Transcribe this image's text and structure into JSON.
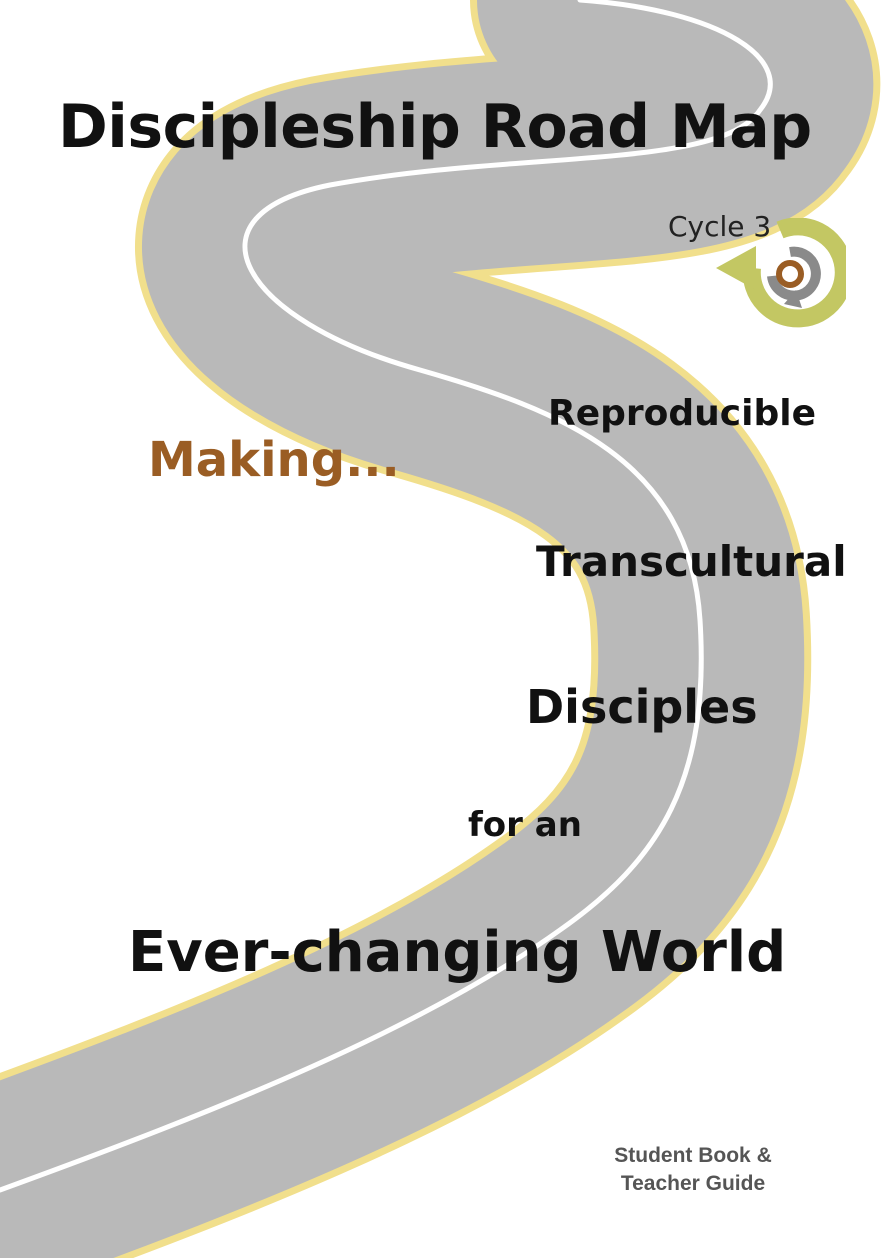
{
  "cover": {
    "title": "Discipleship Road Map",
    "cycle_label": "Cycle 3",
    "making": "Making...",
    "words": [
      "Reproducible",
      "Transcultural",
      "Disciples",
      "for an",
      "Ever-changing World"
    ],
    "footer_line1": "Student Book &",
    "footer_line2": "Teacher Guide"
  },
  "colors": {
    "road": "#b9b9b9",
    "road_edge": "#f1df8c",
    "center_line": "#ffffff",
    "accent": "#9a5d24",
    "cycle_green": "#c3c763",
    "cycle_gray": "#8a8a8a",
    "cycle_brown": "#9a5d24"
  }
}
